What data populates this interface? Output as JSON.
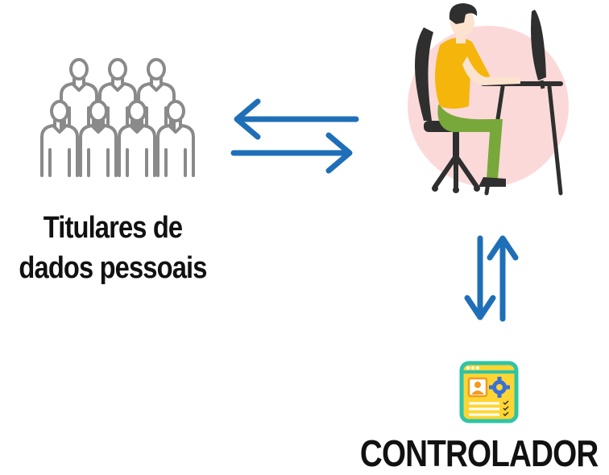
{
  "holders": {
    "line1": "Titulares de",
    "line2": "dados pessoais"
  },
  "controller": {
    "label": "CONTROLADOR"
  },
  "colors": {
    "arrow": "#1f6fb8",
    "people_outline": "#8a8a8a",
    "worker_bg_circle": "#fcd9d9",
    "shirt": "#f5b50b",
    "pants": "#78a83a",
    "chair": "#2f2f2f",
    "icon_border": "#2ec4a6",
    "icon_fill": "#ffd533"
  },
  "icons": {
    "people": "people-group-icon",
    "worker": "person-at-computer-icon",
    "controller": "profile-settings-icon"
  }
}
